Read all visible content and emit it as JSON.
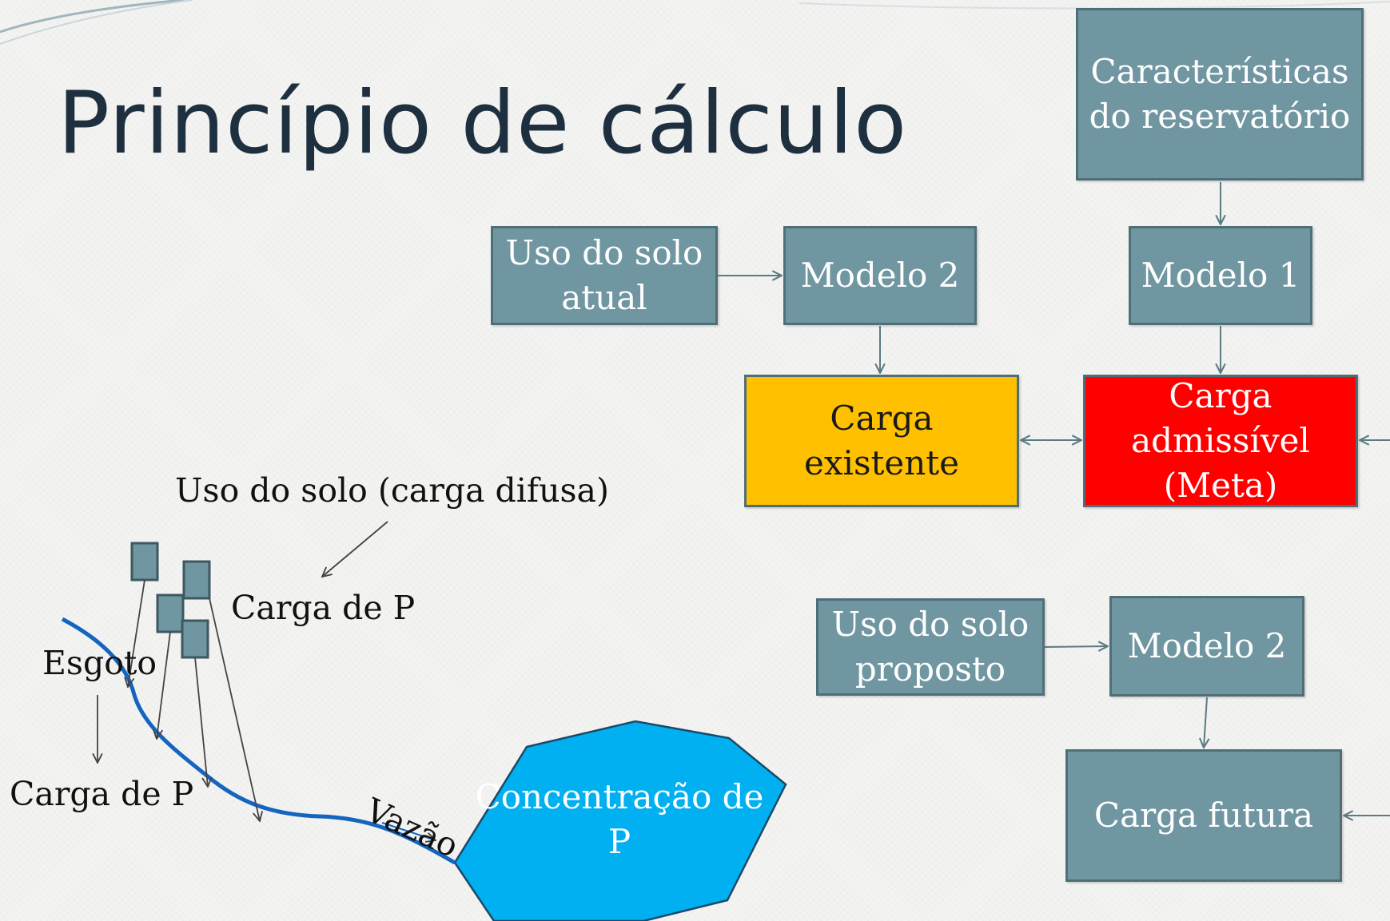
{
  "title": "Princípio de cálculo",
  "boxes": {
    "reservoir": [
      "Características",
      "do reservatório"
    ],
    "land_use_current": [
      "Uso do solo",
      "atual"
    ],
    "model2_top": "Modelo 2",
    "model1": "Modelo 1",
    "load_existing": [
      "Carga",
      "existente"
    ],
    "load_admissible": [
      "Carga",
      "admissível",
      "(Meta)"
    ],
    "land_use_proposed": [
      "Uso do solo",
      "proposto"
    ],
    "model2_bottom": "Modelo 2",
    "load_future": "Carga futura"
  },
  "sketch": {
    "land_use_diffuse": "Uso do solo (carga difusa)",
    "p_load_upper": "Carga de P",
    "sewage": "Esgoto",
    "p_load_lower": "Carga de P",
    "flow": "Vazão",
    "p_concentration": [
      "Concentração de",
      "P"
    ]
  },
  "colors": {
    "box_fill": "#6f96a1",
    "box_border": "#4f6f78",
    "existing_load": "#ffc000",
    "admissible_load": "#ff0000",
    "river": "#1565c0",
    "lake": "#00b0f0",
    "title": "#1e3040"
  }
}
